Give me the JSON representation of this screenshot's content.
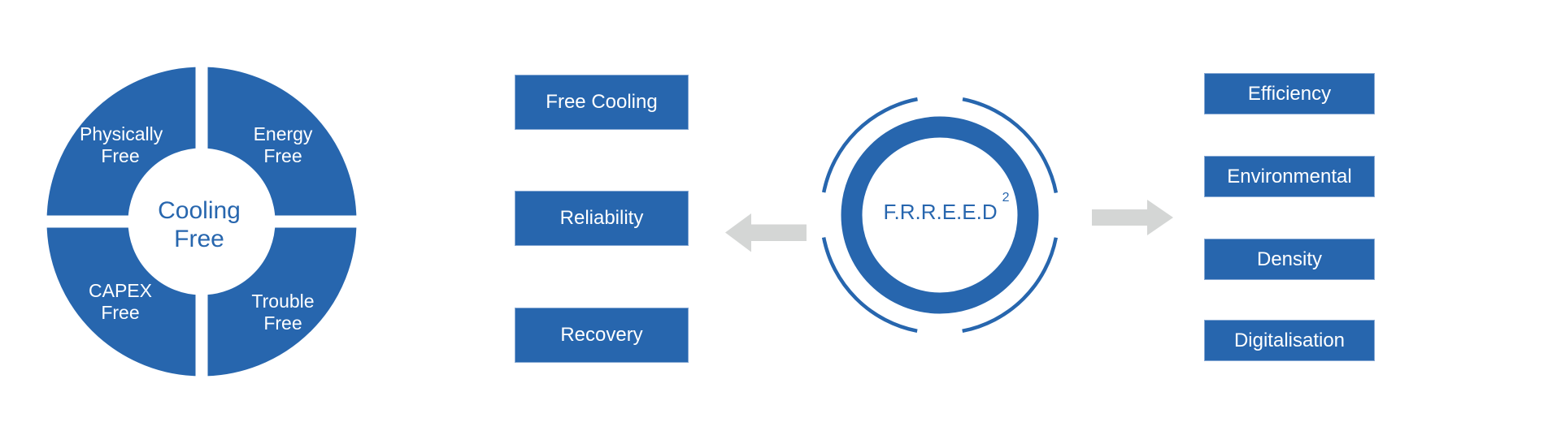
{
  "colors": {
    "primary_blue": "#2766AE",
    "pill_border_blue": "#84A7D3",
    "arrow_gray": "#D4D6D5",
    "label_white": "#FFFFFF",
    "background": "#FFFFFF"
  },
  "donut": {
    "center_label": "Cooling Free",
    "segments": [
      {
        "position": "top-left",
        "label": "Physically Free"
      },
      {
        "position": "top-right",
        "label": "Energy Free"
      },
      {
        "position": "bottom-left",
        "label": "CAPEX Free"
      },
      {
        "position": "bottom-right",
        "label": "Trouble Free"
      }
    ]
  },
  "left_column": {
    "items": [
      {
        "label": "Free Cooling"
      },
      {
        "label": "Reliability"
      },
      {
        "label": "Recovery"
      }
    ]
  },
  "hub": {
    "label": "F.R.R.E.E.D",
    "superscript": "2"
  },
  "right_column": {
    "items": [
      {
        "label": "Efficiency"
      },
      {
        "label": "Environmental"
      },
      {
        "label": "Density"
      },
      {
        "label": "Digitalisation"
      }
    ]
  }
}
